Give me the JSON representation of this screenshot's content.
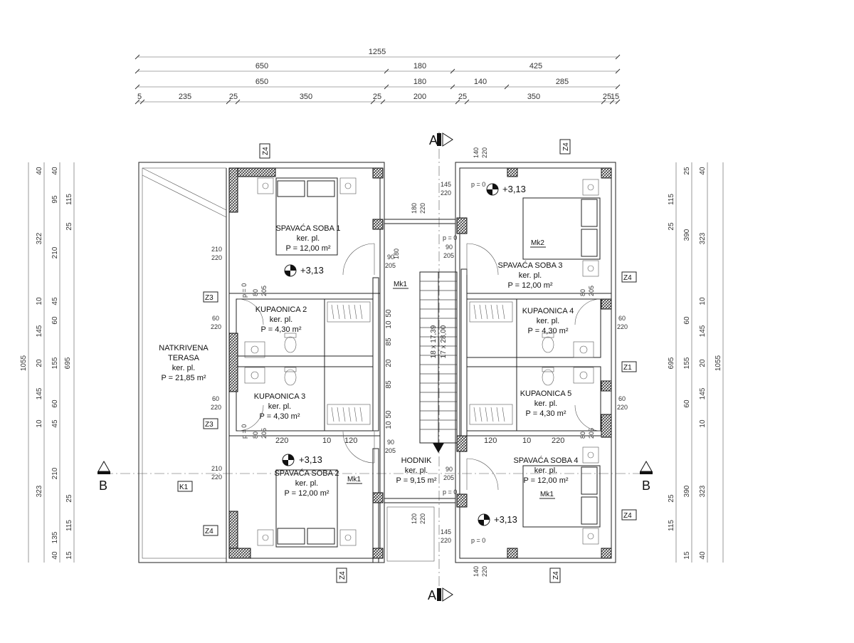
{
  "dimensions_top": {
    "row1": [
      "1255"
    ],
    "row2": [
      "650",
      "180",
      "425"
    ],
    "row3": [
      "650",
      "180",
      "140",
      "285"
    ],
    "row4": [
      "5",
      "235",
      "25",
      "350",
      "25",
      "200",
      "25",
      "350",
      "25",
      "15"
    ]
  },
  "dimensions_left": {
    "outer": [
      "1055"
    ],
    "mid": [
      "322",
      "695",
      "323"
    ],
    "inner": [
      "40",
      "95",
      "210",
      "10",
      "145",
      "20",
      "145",
      "10",
      "210",
      "135",
      "40"
    ],
    "inner2": [
      "40",
      "115",
      "25",
      "45",
      "60",
      "155",
      "60",
      "45",
      "25",
      "115",
      "15"
    ],
    "extra": [
      "25",
      "15",
      "25"
    ]
  },
  "dimensions_right": {
    "outer": [
      "1055"
    ],
    "mid": [
      "390",
      "695",
      "390"
    ],
    "inner": [
      "40",
      "115",
      "323",
      "10",
      "145",
      "20",
      "145",
      "10",
      "323",
      "115",
      "40"
    ],
    "inner2": [
      "25",
      "15",
      "115",
      "25",
      "60",
      "155",
      "60",
      "25",
      "15",
      "25"
    ]
  },
  "section_labels": {
    "a": "A",
    "b": "B"
  },
  "rooms": {
    "terasa": {
      "name1": "NATKRIVENA",
      "name2": "TERASA",
      "floor": "ker. pl.",
      "area": "P = 21,85 m²"
    },
    "soba1": {
      "name": "SPAVAĆA SOBA 1",
      "floor": "ker. pl.",
      "area": "P = 12,00 m²"
    },
    "soba2": {
      "name": "SPAVAĆA SOBA 2",
      "floor": "ker. pl.",
      "area": "P = 12,00 m²"
    },
    "soba3": {
      "name": "SPAVAĆA SOBA 3",
      "floor": "ker. pl.",
      "area": "P = 12,00 m²"
    },
    "soba4": {
      "name": "SPAVAĆA SOBA 4",
      "floor": "ker. pl.",
      "area": "P = 12,00 m²"
    },
    "kup2": {
      "name": "KUPAONICA 2",
      "floor": "ker. pl.",
      "area": "P = 4,30 m²"
    },
    "kup3": {
      "name": "KUPAONICA 3",
      "floor": "ker. pl.",
      "area": "P = 4,30 m²"
    },
    "kup4": {
      "name": "KUPAONICA 4",
      "floor": "ker. pl.",
      "area": "P = 4,30 m²"
    },
    "kup5": {
      "name": "KUPAONICA 5",
      "floor": "ker. pl.",
      "area": "P = 4,30 m²"
    },
    "hodnik": {
      "name": "HODNIK",
      "floor": "ker. pl.",
      "area": "P = 9,15 m²"
    }
  },
  "levels": {
    "l1": "+3,13",
    "l2": "+3,13",
    "l3": "+3,13",
    "l4": "+3,13"
  },
  "tags": {
    "z4": "Z4",
    "z3": "Z3",
    "z1": "Z1",
    "k1": "K1",
    "mk1": "Mk1",
    "mk2": "Mk2"
  },
  "openings": {
    "w210_220": [
      "210",
      "220"
    ],
    "w180_220": [
      "180",
      "220"
    ],
    "w90_205": [
      "90",
      "205"
    ],
    "w60_220": [
      "60",
      "220"
    ],
    "w80_205": [
      "80",
      "205"
    ],
    "w140_220": [
      "140",
      "220"
    ],
    "w145_220": [
      "145",
      "220"
    ],
    "p0": "p = 0",
    "w220": "220",
    "w10": "10",
    "w120": "120"
  },
  "stair": {
    "line1": "18 x 17,39",
    "line2": "17 x 28,00"
  },
  "stair_steps": [
    "50",
    "10",
    "85",
    "20",
    "85",
    "10",
    "50"
  ]
}
